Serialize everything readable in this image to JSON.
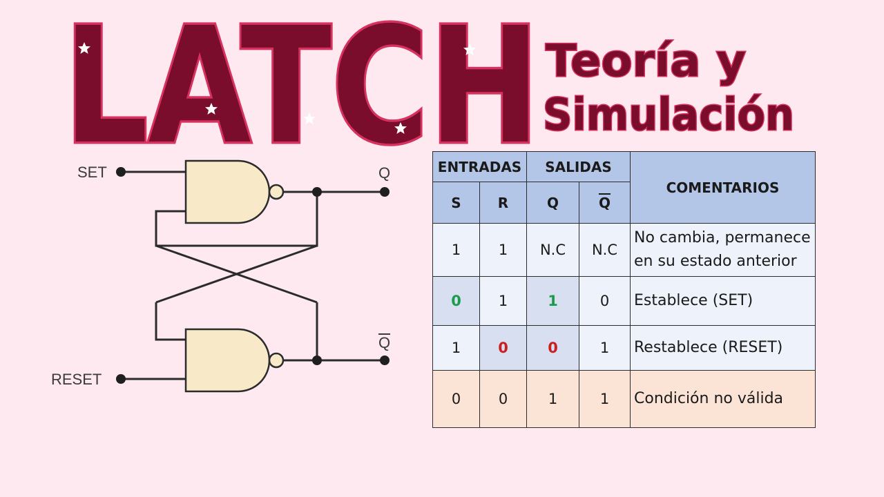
{
  "title": {
    "main": "LATCH",
    "line1": "Teoría y",
    "line2": "Simulación"
  },
  "colors": {
    "background": "#fde9ef",
    "title_fill": "#7a0d2c",
    "title_stroke": "#d7325f",
    "gate_fill": "#f8e9c8",
    "header_blue": "#b4c6e7",
    "row_light": "#eef2fa",
    "row_highlight": "#d7dff1",
    "invalid_row": "#fbe4d6",
    "green": "#1a9c4a",
    "red": "#cc1f1f"
  },
  "circuit": {
    "set_label": "SET",
    "reset_label": "RESET",
    "q_label": "Q",
    "qbar_label": "Q"
  },
  "table": {
    "group_inputs": "ENTRADAS",
    "group_outputs": "SALIDAS",
    "comments_header": "COMENTARIOS",
    "col_s": "S",
    "col_r": "R",
    "col_q": "Q",
    "col_qbar": "Q",
    "rows": [
      {
        "s": "1",
        "r": "1",
        "q": "N.C",
        "qbar": "N.C",
        "comment_line1": "No cambia, permanece",
        "comment_line2": "en su estado anterior"
      },
      {
        "s": "0",
        "r": "1",
        "q": "1",
        "qbar": "0",
        "comment": "Establece (SET)"
      },
      {
        "s": "1",
        "r": "0",
        "q": "0",
        "qbar": "1",
        "comment": "Restablece (RESET)"
      },
      {
        "s": "0",
        "r": "0",
        "q": "1",
        "qbar": "1",
        "comment": "Condición no válida"
      }
    ]
  }
}
